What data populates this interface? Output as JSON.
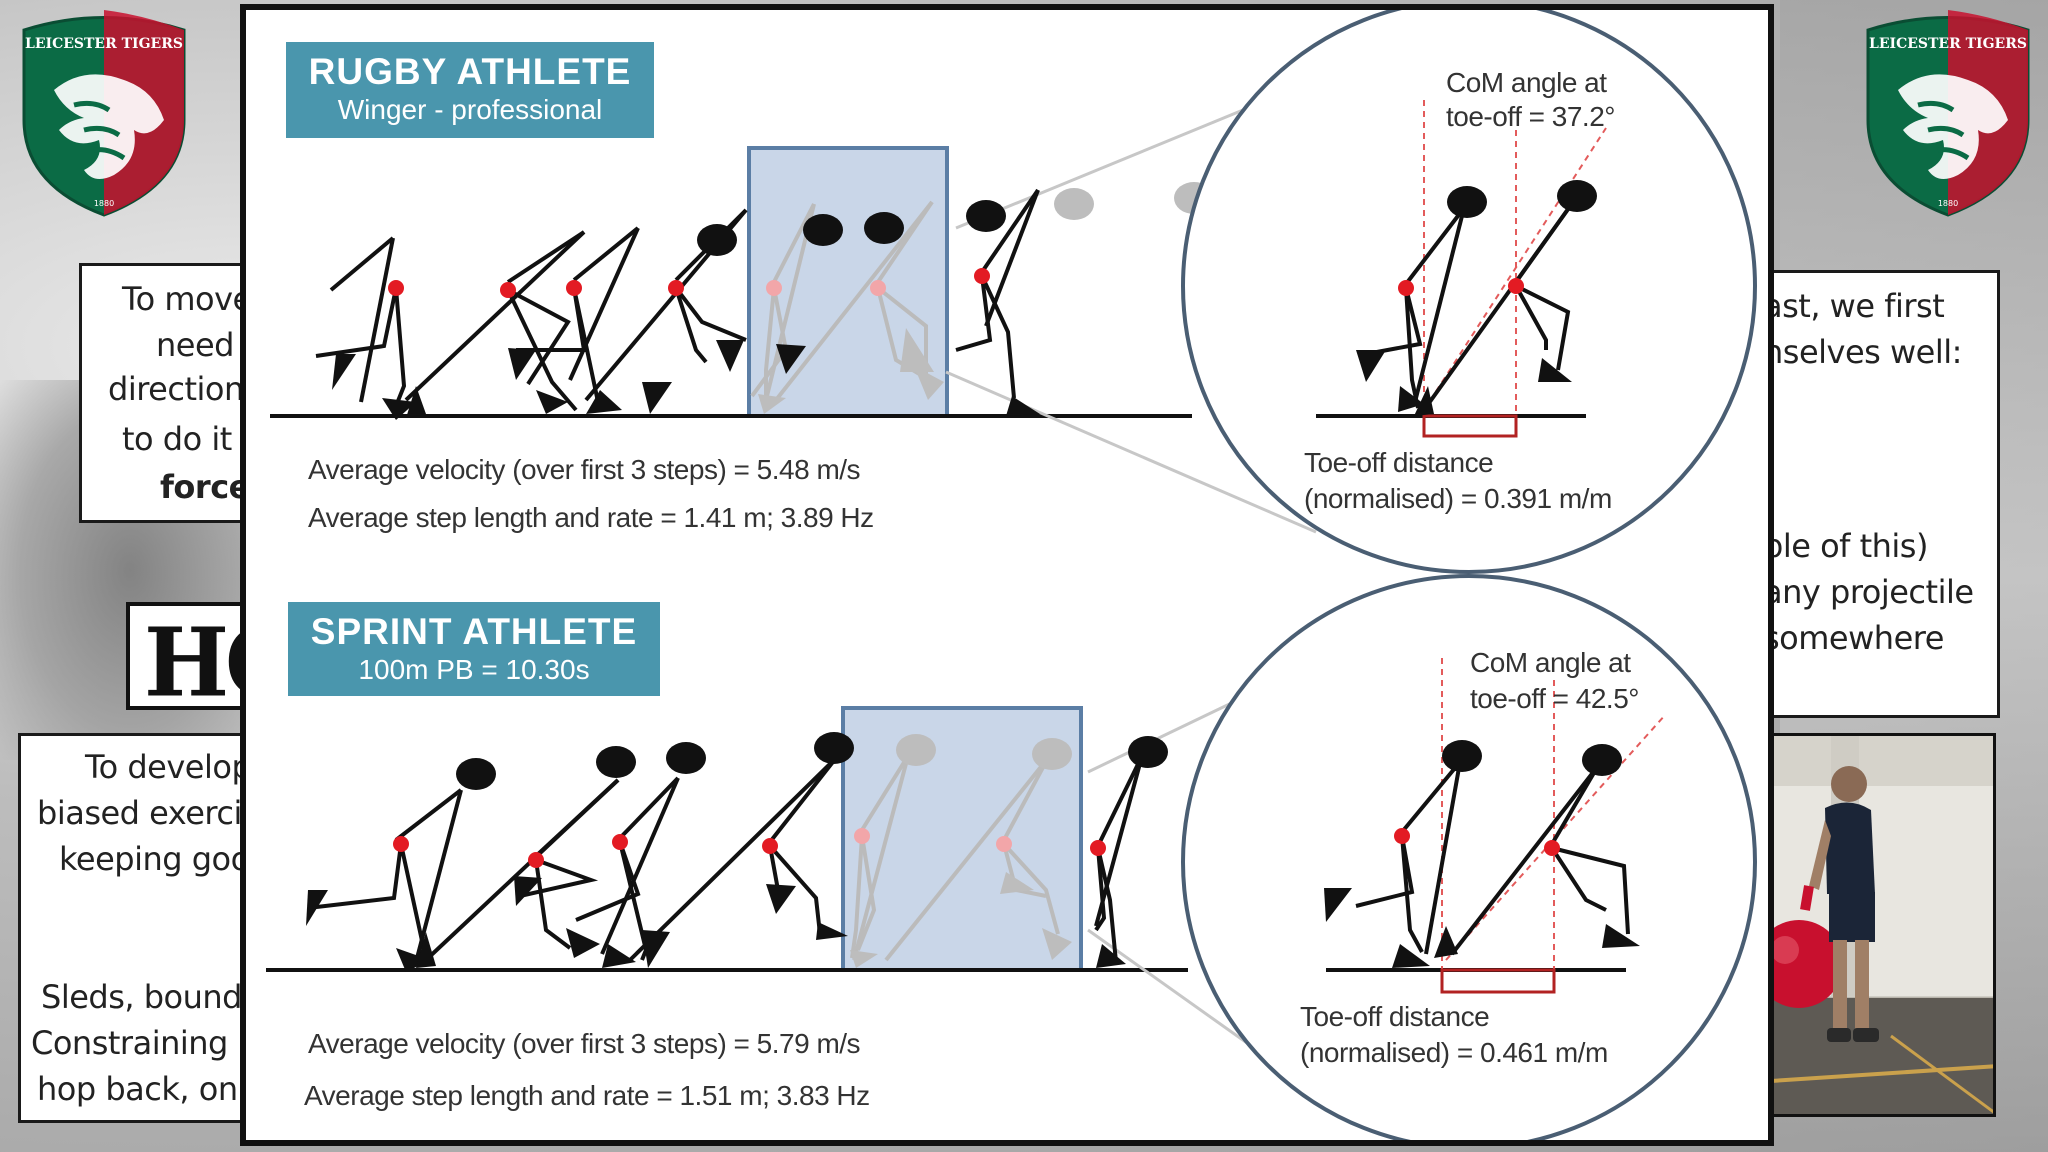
{
  "crest": {
    "text": "LEICESTER TIGERS",
    "year": "1880",
    "colors": {
      "green": "#0b6b45",
      "red": "#c8102e",
      "white": "#ffffff"
    }
  },
  "side_left_top": {
    "lines": [
      "To move",
      "need t",
      "direction",
      "to do it f",
      "force"
    ]
  },
  "side_left_mid": {
    "text": "HO"
  },
  "side_left_bottom": {
    "lines": [
      "To develop",
      "biased exerci",
      "keeping goo",
      "Sleds, bounds",
      "Constraining",
      "hop back, on"
    ]
  },
  "side_right_top": {
    "lines": [
      "ast, we first",
      "nselves well:",
      "ble of this)",
      "any projectile",
      "somewhere"
    ]
  },
  "rugby": {
    "title": "RUGBY ATHLETE",
    "subtitle": "Winger - professional",
    "velocity": "Average velocity (over first 3 steps) = 5.48 m/s",
    "step": "Average step length and rate  = 1.41 m; 3.89 Hz",
    "com_angle_1": "CoM angle at",
    "com_angle_2": "toe-off = 37.2°",
    "toe_1": "Toe-off distance",
    "toe_2": "(normalised) = 0.391 m/m"
  },
  "sprint": {
    "title": "SPRINT ATHLETE",
    "subtitle": "100m PB = 10.30s",
    "velocity": "Average velocity (over first 3 steps) = 5.79 m/s",
    "step": "Average step length and rate  = 1.51 m; 3.83 Hz",
    "com_angle_1": "CoM angle at",
    "com_angle_2": "toe-off = 42.5°",
    "toe_1": "Toe-off distance",
    "toe_2": "(normalised) = 0.461 m/m"
  },
  "colors": {
    "tag": "#4a96ad",
    "highlight": "#c9d6e8",
    "com_marker": "#e31b23",
    "accent_line": "#c0392b"
  }
}
